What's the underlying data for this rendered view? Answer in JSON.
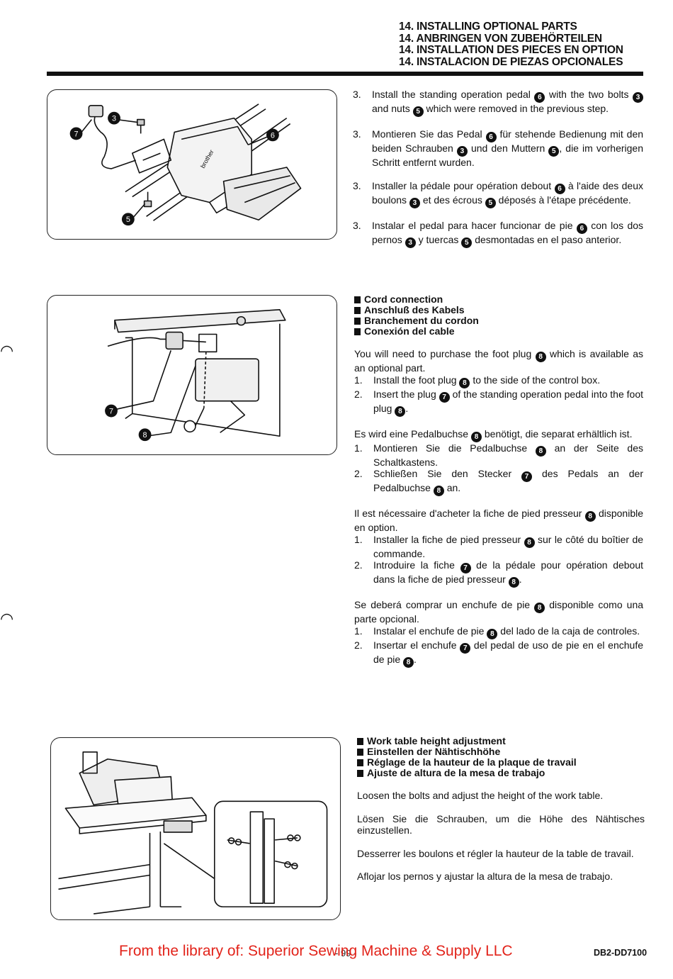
{
  "header": {
    "title_en": "14. INSTALLING OPTIONAL PARTS",
    "title_de": "14. ANBRINGEN VON ZUBEHÖRTEILEN",
    "title_fr": "14. INSTALLATION DES PIECES EN OPTION",
    "title_es": "14. INSTALACION DE PIEZAS OPCIONALES"
  },
  "figure1": {
    "brand_label": "brother",
    "callouts": [
      "7",
      "3",
      "6",
      "5"
    ]
  },
  "figure2": {
    "callouts": [
      "7",
      "8"
    ]
  },
  "step3": {
    "en": {
      "num": "3.",
      "a": "Install the standing operation pedal",
      "b": "with the two bolts",
      "c": "and nuts",
      "d": "which were removed in the previous step."
    },
    "de": {
      "num": "3.",
      "a": "Montieren Sie das Pedal",
      "b": "für stehende Bedienung mit den beiden Schrauben",
      "c": "und den Muttern",
      "d": ", die im vorherigen Schritt entfernt wurden."
    },
    "fr": {
      "num": "3.",
      "a": "Installer la pédale pour opération debout",
      "b": "à l'aide des deux boulons",
      "c": "et des écrous",
      "d": "déposés à l'étape précédente."
    },
    "es": {
      "num": "3.",
      "a": "Instalar el pedal para hacer funcionar de pie",
      "b": "con los dos pernos",
      "c": "y tuercas",
      "d": "desmontadas en el paso anterior."
    }
  },
  "cord": {
    "headings": [
      "Cord connection",
      "Anschluß des Kabels",
      "Branchement du cordon",
      "Conexión del cable"
    ],
    "en": {
      "lead_a": "You will need to purchase the foot plug",
      "lead_b": "which is available as an optional part.",
      "s1_num": "1.",
      "s1_a": "Install the foot plug",
      "s1_b": "to the side of the control box.",
      "s2_num": "2.",
      "s2_a": "Insert the plug",
      "s2_b": "of the standing operation pedal into the foot plug",
      "s2_c": "."
    },
    "de": {
      "lead_a": "Es wird eine Pedalbuchse",
      "lead_b": "benötigt, die separat erhältlich ist.",
      "s1_num": "1.",
      "s1_a": "Montieren Sie die Pedalbuchse",
      "s1_b": "an der Seite des Schaltkastens.",
      "s2_num": "2.",
      "s2_a": "Schließen Sie den Stecker",
      "s2_b": "des Pedals an der Pedalbuchse",
      "s2_c": "an."
    },
    "fr": {
      "lead_a": "Il est nécessaire d'acheter la fiche de pied presseur",
      "lead_b": "disponible en option.",
      "s1_num": "1.",
      "s1_a": "Installer la fiche de pied presseur",
      "s1_b": "sur le côté du boîtier de commande.",
      "s2_num": "2.",
      "s2_a": "Introduire la fiche",
      "s2_b": "de la pédale pour opération debout dans la fiche de pied presseur",
      "s2_c": "."
    },
    "es": {
      "lead_a": "Se deberá comprar un enchufe de pie",
      "lead_b": "disponible como una parte opcional.",
      "s1_num": "1.",
      "s1_a": "Instalar el enchufe de pie",
      "s1_b": "del lado de la caja de controles.",
      "s2_num": "2.",
      "s2_a": "Insertar el enchufe",
      "s2_b": "del pedal de uso de pie en el enchufe de pie",
      "s2_c": "."
    }
  },
  "table": {
    "headings": [
      "Work table height adjustment",
      "Einstellen der Nähtischhöhe",
      "Réglage de la hauteur de la plaque de travail",
      "Ajuste de altura de la mesa de trabajo"
    ],
    "en": "Loosen the bolts and adjust the height of the work table.",
    "de": "Lösen Sie die Schrauben, um die Höhe des Nähtisches einzustellen.",
    "fr": "Desserrer les boulons et régler la hauteur de la table de travail.",
    "es": "Aflojar los pernos y ajustar la altura de la mesa de trabajo."
  },
  "refs": {
    "bolt": "3",
    "nut": "5",
    "pedal": "6",
    "plug": "7",
    "foot_plug": "8"
  },
  "side_marks": [
    "◠",
    "◠"
  ],
  "footer": {
    "library": "From the library of: Superior Sewing Machine & Supply LLC",
    "page": "- 99 -",
    "doc_code": "DB2-DD7100"
  }
}
